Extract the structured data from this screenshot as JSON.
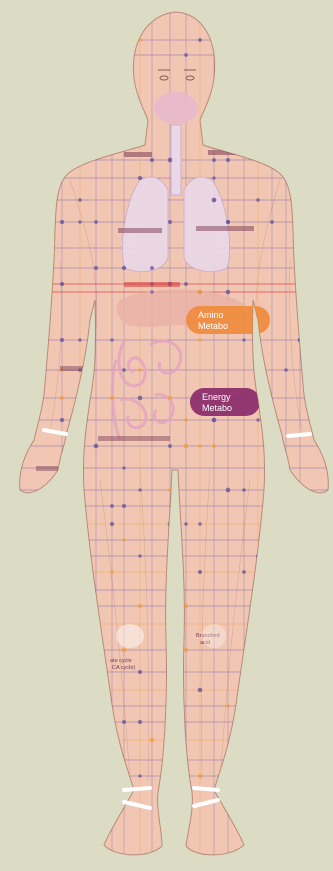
{
  "colors": {
    "background": "#dcdcc4",
    "skin": "#f1c7b4",
    "skin_outline": "#b98a7a",
    "lungs": "#ead8e8",
    "pathway_purple": "#6d5aa0",
    "pathway_orange": "#f0a040",
    "pathway_red": "#e23c3c",
    "pill_orange": "#f08a3a",
    "pill_purple": "#8a2a6a",
    "bands": "#ffffff"
  },
  "labels": {
    "amino": [
      "Amino",
      "Metabo"
    ],
    "energy": [
      "Energy",
      "Metabo"
    ],
    "tca": [
      "ate cycle",
      "CA cycle)"
    ],
    "branched": [
      "Branched",
      "acid"
    ]
  },
  "icons": {
    "figure": "human-body-figure",
    "network": "metabolic-network-overlay"
  }
}
